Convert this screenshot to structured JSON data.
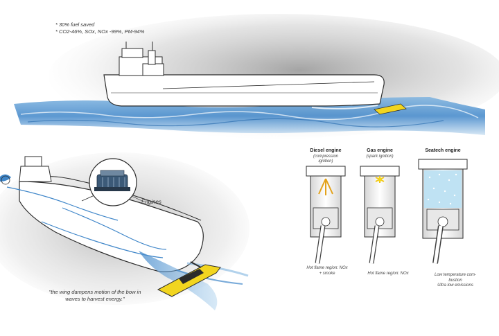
{
  "top_notes": {
    "line1": "* 30% fuel saved",
    "line2": "* CO2-46%, SOx, NOx -99%, PM-94%"
  },
  "engines_label": "Engines",
  "quote": {
    "line1": "\"the wing dampens motion of the bow in",
    "line2": "waves to harvest energy.\""
  },
  "engine_types": [
    {
      "title": "Diesel engine",
      "subtitle_line1": "(compression",
      "subtitle_line2": "ignition)",
      "note_line1": "Hot flame region: NOx",
      "note_line2": "+ smoke"
    },
    {
      "title": "Gas engine",
      "subtitle_line1": "(spark ignition)",
      "subtitle_line2": "",
      "note_line1": "Hot flame region: NOx",
      "note_line2": ""
    },
    {
      "title": "Seatech engine",
      "subtitle_line1": "",
      "subtitle_line2": "",
      "note_line1": "Low temperature com-",
      "note_line2": "bustion",
      "note_line3": "Ultra low emissions"
    }
  ],
  "colors": {
    "wave_blue": "#3f86c9",
    "wing_yellow": "#f2d51f",
    "hull_outline": "#2b2b2b",
    "flame_orange": "#e3a21a",
    "seatech_blue": "#bfe2f3"
  }
}
